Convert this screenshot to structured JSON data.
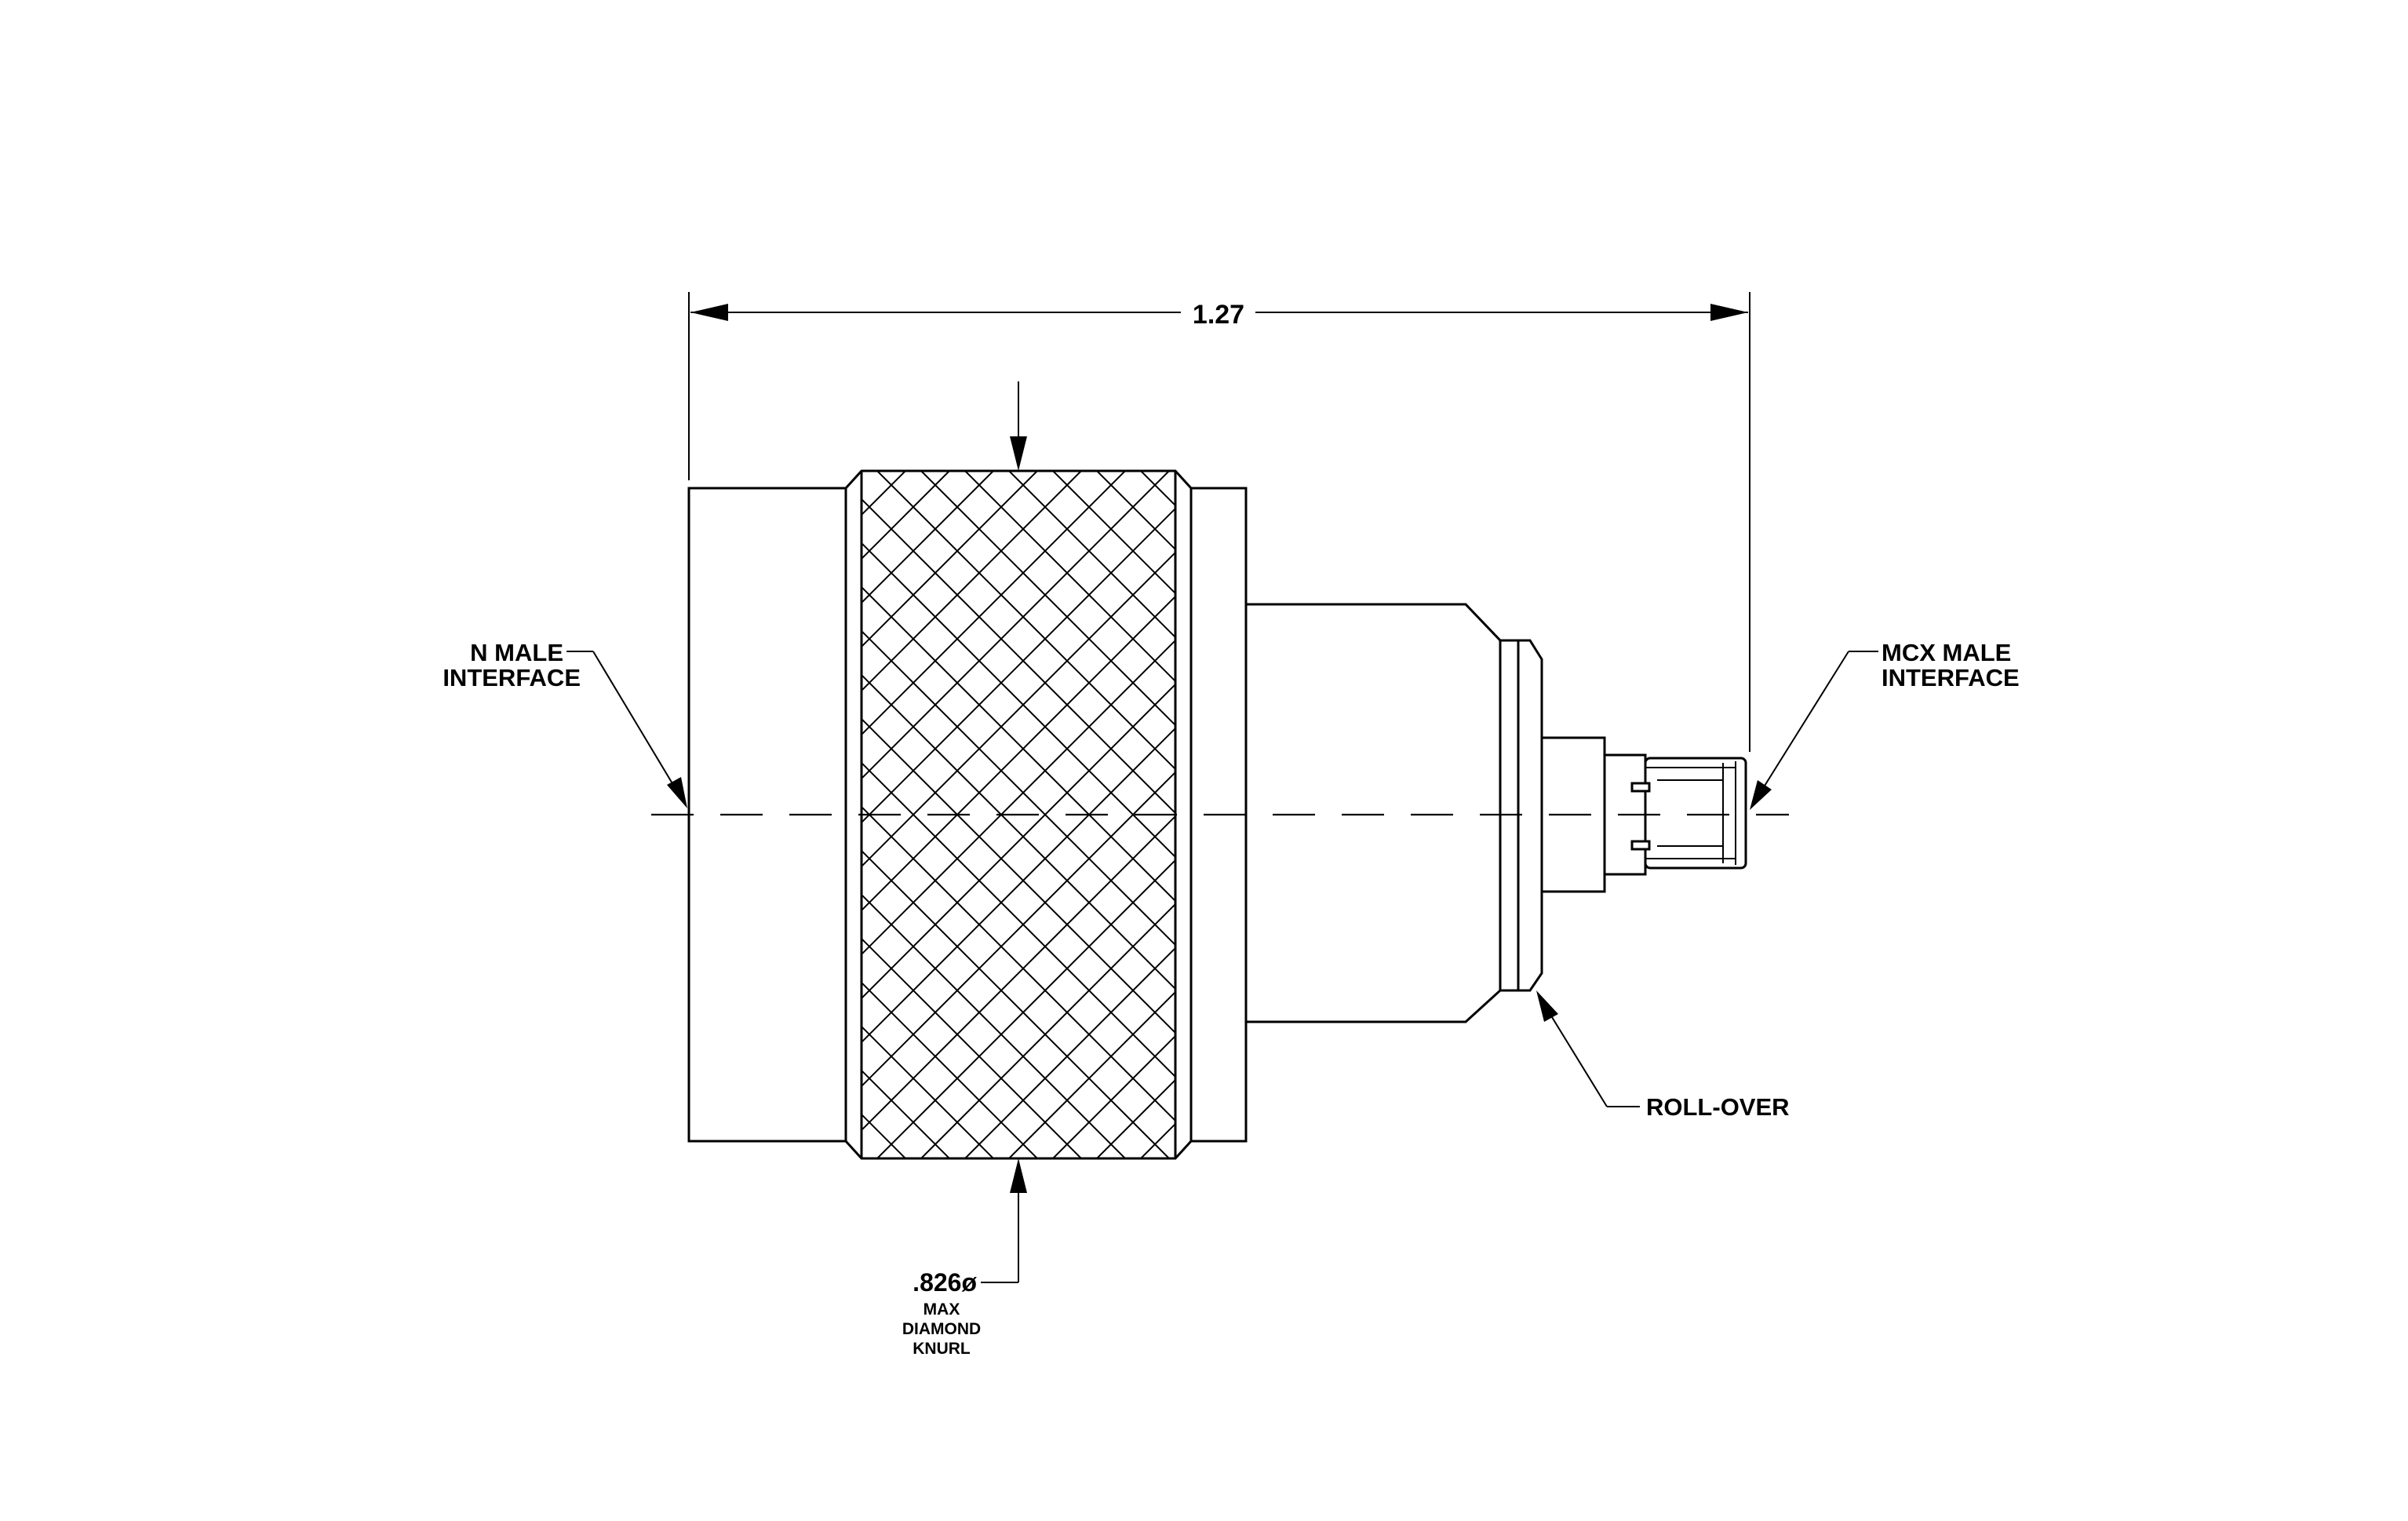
{
  "drawing": {
    "dimension_length": "1.27",
    "n_male_label": [
      "N MALE",
      "INTERFACE"
    ],
    "mcx_male_label": [
      "MCX MALE",
      "INTERFACE"
    ],
    "rollover_label": "ROLL-OVER",
    "knurl_label": {
      "value": ".826ø",
      "lines": [
        "MAX",
        "DIAMOND",
        "KNURL"
      ]
    }
  },
  "colors": {
    "ink": "#000000",
    "background": "#ffffff"
  }
}
